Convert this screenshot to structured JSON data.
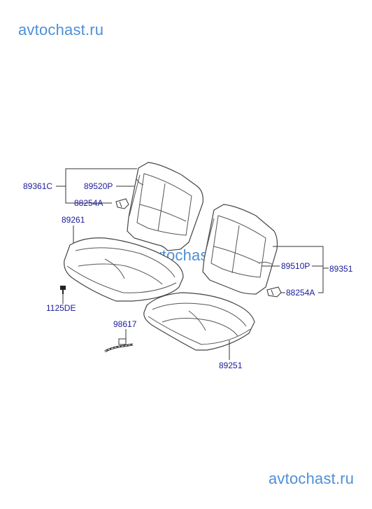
{
  "watermarks": {
    "top": "avtochast.ru",
    "middle": "avtochast.ru",
    "bottom": "avtochast.ru"
  },
  "parts": {
    "p89361C": "89361C",
    "p89520P": "89520P",
    "p88254A_left": "88254A",
    "p89261": "89261",
    "p1125DE": "1125DE",
    "p98617": "98617",
    "p89251": "89251",
    "p89510P": "89510P",
    "p89351": "89351",
    "p88254A_right": "88254A"
  },
  "colors": {
    "label": "#1a1a9c",
    "watermark": "#4e8fd6",
    "line": "#444444"
  }
}
